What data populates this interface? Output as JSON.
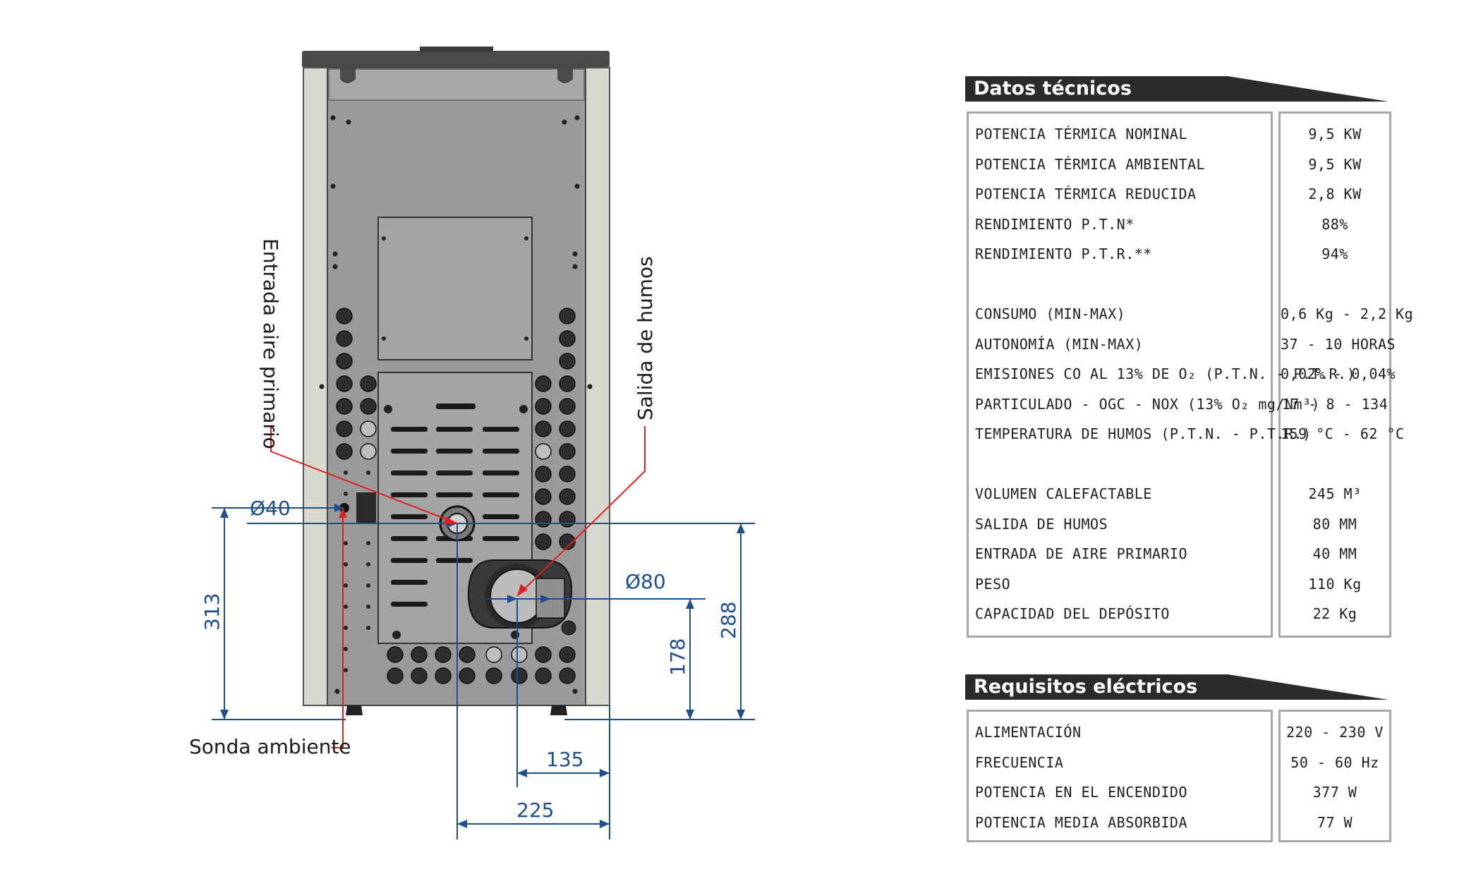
{
  "drawing": {
    "callouts": {
      "air_intake": "Entrada aire primario",
      "flue_outlet": "Salida de humos",
      "ambient_probe": "Sonda ambiente"
    },
    "dimensions": {
      "air_diameter": "Ø40",
      "flue_diameter": "Ø80",
      "air_height": "313",
      "flue_height": "178",
      "air_center_height": "288",
      "flue_offset": "135",
      "air_offset": "225"
    },
    "colors": {
      "dimension_lines": "#1f4e8c",
      "callout_lines": "#e02020",
      "body": "#9a9a9a",
      "side_panels": "#d9d8cf"
    }
  },
  "technical_data": {
    "title": "Datos técnicos",
    "rows": [
      {
        "label": "POTENCIA TÉRMICA NOMINAL",
        "value": "9,5 KW"
      },
      {
        "label": "POTENCIA TÉRMICA AMBIENTAL",
        "value": "9,5 KW"
      },
      {
        "label": "POTENCIA TÉRMICA REDUCIDA",
        "value": "2,8 KW"
      },
      {
        "label": "RENDIMIENTO P.T.N*",
        "value": "88%"
      },
      {
        "label": "RENDIMIENTO P.T.R.**",
        "value": "94%"
      },
      {
        "label": "CONSUMO (MIN-MAX)",
        "value": "0,6 Kg - 2,2 Kg"
      },
      {
        "label": "AUTONOMÍA (MIN-MAX)",
        "value": "37 - 10 HORAS"
      },
      {
        "label": "EMISIONES CO AL 13% DE O₂ (P.T.N. - P.T.R.)",
        "value": "0,02% - 0,04%"
      },
      {
        "label": "PARTICULADO - OGC - NOX (13% O₂ mg/Nm³)",
        "value": "17 - 8 - 134"
      },
      {
        "label": "TEMPERATURA DE HUMOS (P.T.N. - P.T.R.)",
        "value": "159 °C - 62 °C"
      },
      {
        "label": "VOLUMEN CALEFACTABLE",
        "value": "245 M³"
      },
      {
        "label": "SALIDA DE HUMOS",
        "value": "80 MM"
      },
      {
        "label": "ENTRADA DE AIRE PRIMARIO",
        "value": "40 MM"
      },
      {
        "label": "PESO",
        "value": "110 Kg"
      },
      {
        "label": "CAPACIDAD DEL DEPÓSITO",
        "value": "22 Kg"
      }
    ]
  },
  "electrical": {
    "title": "Requisitos eléctricos",
    "rows": [
      {
        "label": "ALIMENTACIÓN",
        "value": "220 - 230 V"
      },
      {
        "label": "FRECUENCIA",
        "value": "50 - 60 Hz"
      },
      {
        "label": "POTENCIA EN EL ENCENDIDO",
        "value": "377 W"
      },
      {
        "label": "POTENCIA MEDIA ABSORBIDA",
        "value": "77 W"
      }
    ]
  },
  "theme": {
    "header_bg": "#2b2b2b",
    "header_text": "#ffffff",
    "table_border": "#a7a7a7"
  }
}
